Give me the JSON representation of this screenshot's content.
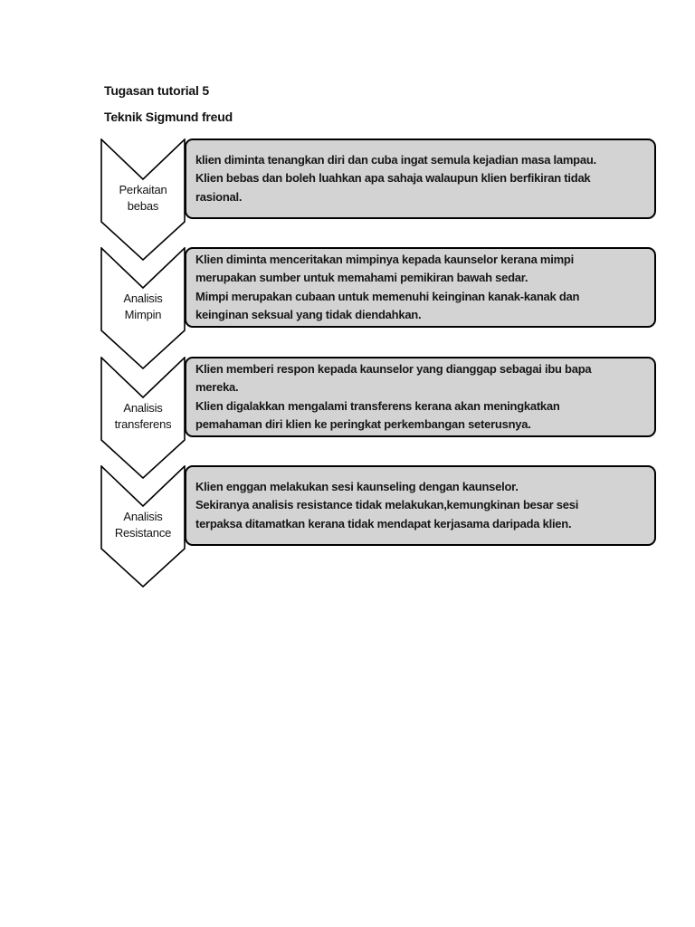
{
  "page": {
    "title1": "Tugasan tutorial 5",
    "title2": "Teknik Sigmund freud"
  },
  "colors": {
    "page_bg": "#ffffff",
    "box_fill": "#d3d3d3",
    "box_border": "#000000",
    "chevron_fill": "#ffffff",
    "chevron_border": "#000000",
    "text": "#161616"
  },
  "diagram": {
    "rows": [
      {
        "label_line1": "Perkaitan",
        "label_line2": "bebas",
        "lines": [
          "klien diminta tenangkan diri dan cuba ingat semula kejadian masa lampau.",
          "Klien bebas dan boleh luahkan apa sahaja walaupun klien berfikiran tidak",
          "rasional."
        ]
      },
      {
        "label_line1": "Analisis",
        "label_line2": "Mimpin",
        "lines": [
          "Klien diminta menceritakan mimpinya kepada kaunselor kerana mimpi",
          "merupakan sumber untuk memahami pemikiran bawah sedar.",
          "Mimpi merupakan cubaan untuk memenuhi keinginan kanak-kanak dan",
          "keinginan seksual yang tidak diendahkan."
        ]
      },
      {
        "label_line1": "Analisis",
        "label_line2": "transferens",
        "lines": [
          "Klien memberi respon kepada kaunselor yang dianggap sebagai ibu bapa",
          "mereka.",
          "Klien digalakkan mengalami transferens kerana akan meningkatkan",
          "pemahaman diri klien ke peringkat perkembangan seterusnya."
        ]
      },
      {
        "label_line1": "Analisis",
        "label_line2": "Resistance",
        "lines": [
          "Klien enggan melakukan sesi kaunseling dengan kaunselor.",
          "Sekiranya analisis resistance tidak melakukan,kemungkinan besar sesi",
          "terpaksa ditamatkan kerana tidak mendapat kerjasama daripada klien."
        ]
      }
    ]
  }
}
